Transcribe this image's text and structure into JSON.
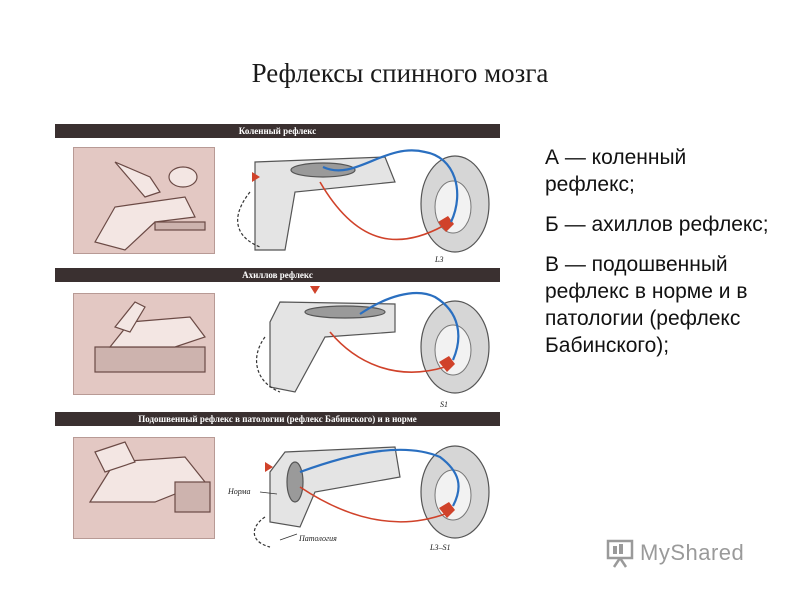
{
  "slide": {
    "title": "Рефлексы спинного мозга",
    "bullets": [
      "А — коленный рефлекс;",
      "Б — ахиллов рефлекс;",
      "В — подошвенный рефлекс в норме и в патологии (рефлекс Бабинского);"
    ]
  },
  "figure": {
    "panels": [
      {
        "title": "Коленный рефлекс",
        "segment": "L3"
      },
      {
        "title": "Ахиллов рефлекс",
        "segment": "S1"
      },
      {
        "title": "Подошвенный рефлекс в патологии (рефлекс Бабинского) и в норме",
        "segment": "L3–S1"
      }
    ],
    "labels": {
      "norm": "Норма",
      "pathology": "Патология"
    },
    "colors": {
      "afferent": "#2a6fc0",
      "efferent": "#d0422a",
      "photo": "#e3c8c3",
      "band": "#3a3030"
    }
  },
  "watermark": {
    "icon": "presentation-board-icon",
    "text": "MyShared"
  }
}
